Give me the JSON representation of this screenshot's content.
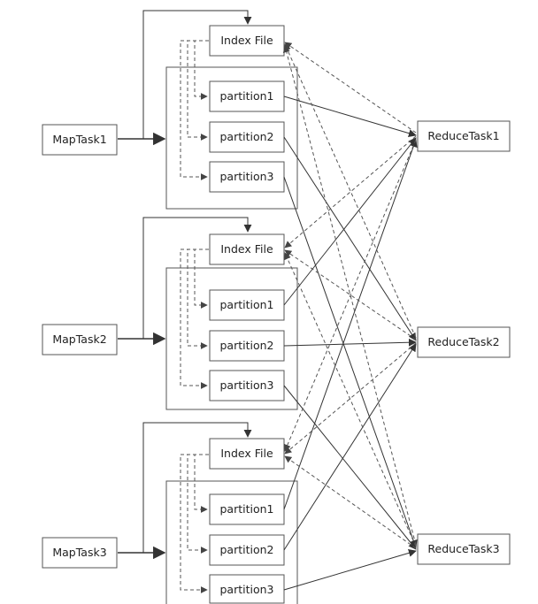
{
  "map_tasks": [
    "MapTask1",
    "MapTask2",
    "MapTask3"
  ],
  "reduce_tasks": [
    "ReduceTask1",
    "ReduceTask2",
    "ReduceTask3"
  ],
  "index_file_label": "Index File",
  "partitions": [
    "partition1",
    "partition2",
    "partition3"
  ],
  "colors": {
    "stroke": "#333333",
    "box_border": "#555555",
    "text": "#222222",
    "background": "#ffffff"
  }
}
